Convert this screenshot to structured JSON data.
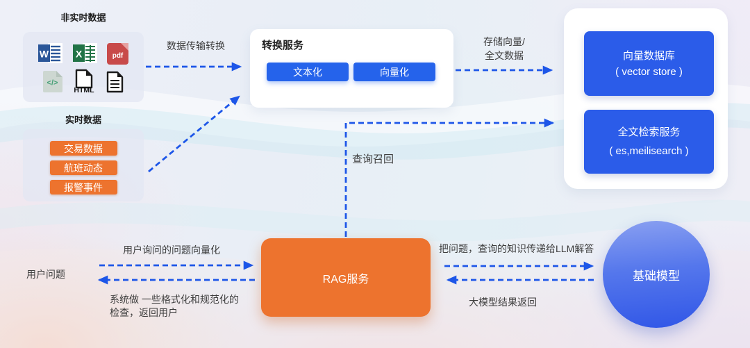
{
  "colors": {
    "accent_blue": "#2B5CE9",
    "button_blue": "#2563EB",
    "orange": "#ED732E",
    "arrow_blue": "#1D56E8",
    "label_text": "#3D3D3D"
  },
  "non_realtime": {
    "title": "非实时数据",
    "icons": [
      {
        "name": "word",
        "letter": "W"
      },
      {
        "name": "excel",
        "letter": "X"
      },
      {
        "name": "pdf",
        "label": "pdf"
      },
      {
        "name": "code",
        "label": "</>"
      },
      {
        "name": "html",
        "label": "HTML"
      },
      {
        "name": "document"
      }
    ]
  },
  "realtime": {
    "title": "实时数据",
    "items": [
      "交易数据",
      "航班动态",
      "报警事件"
    ]
  },
  "transform": {
    "title": "转换服务",
    "buttons": [
      "文本化",
      "向量化"
    ]
  },
  "storage": {
    "vector": {
      "line1": "向量数据库",
      "line2": "( vector store )"
    },
    "fulltext": {
      "line1": "全文检索服务",
      "line2": "( es,meilisearch )"
    }
  },
  "rag": {
    "label": "RAG服务"
  },
  "model": {
    "label": "基础模型"
  },
  "edges": {
    "transfer": "数据传输转换",
    "store_line1": "存储向量/",
    "store_line2": "全文数据",
    "recall": "查询召回",
    "user_vectorize": "用户询问的问题向量化",
    "user_question": "用户问题",
    "format_line1": "系统做 一些格式化和规范化的",
    "format_line2": "检查，返回用户",
    "to_llm": "把问题，查询的知识传递给LLM解答",
    "llm_return": "大模型结果返回"
  }
}
